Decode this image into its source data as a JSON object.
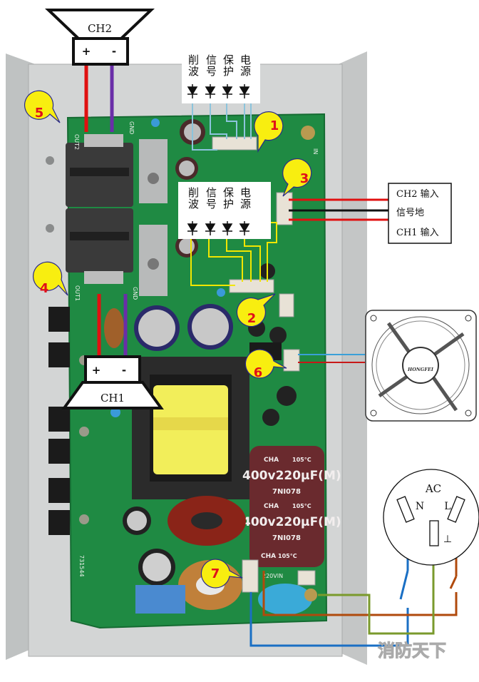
{
  "diagram": {
    "title": "Amplifier board wiring diagram",
    "speakers": [
      {
        "id": "ch2",
        "label": "CH2",
        "plus": "+",
        "minus": "-"
      },
      {
        "id": "ch1",
        "label": "CH1",
        "plus": "+",
        "minus": "-"
      }
    ],
    "led_groups": [
      {
        "id": "top",
        "labels": [
          "削波",
          "信号",
          "保护",
          "电源"
        ]
      },
      {
        "id": "middle",
        "labels": [
          "削波",
          "信号",
          "保护",
          "电源"
        ]
      }
    ],
    "input_box": {
      "lines": [
        "CH2 输入",
        "信号地",
        "CH1 输入"
      ]
    },
    "markers": [
      "1",
      "2",
      "3",
      "4",
      "5",
      "6",
      "7"
    ],
    "ac_socket": {
      "title": "AC",
      "pins": [
        "N",
        "L"
      ],
      "ground_symbol": "⊥"
    },
    "fan": {
      "brand": "HONGFEI"
    },
    "pcb_silkscreen": {
      "out1": "OUT1",
      "out2": "OUT2",
      "gnd": "GND",
      "ac_in": "220VIN",
      "board_code": "731544",
      "in_label": "IN"
    },
    "capacitor": {
      "series": "CHA",
      "temp": "105°C",
      "rating": "400v220μF(M)",
      "lot": "7NI078"
    },
    "watermark": "消防天下",
    "colors": {
      "wire_red": "#e01010",
      "wire_purple": "#6a2ea8",
      "wire_lightblue": "#8cc4dc",
      "wire_yellow": "#f2e600",
      "wire_blue": "#1a6fc4",
      "wire_brown": "#b04a0c",
      "wire_green": "#7a9a2c",
      "wire_black": "#111111",
      "marker_fill": "#f8ee10",
      "marker_text": "#e0101a",
      "pcb_green": "#1f8a43",
      "heatsink": "#c9cbcb"
    }
  }
}
